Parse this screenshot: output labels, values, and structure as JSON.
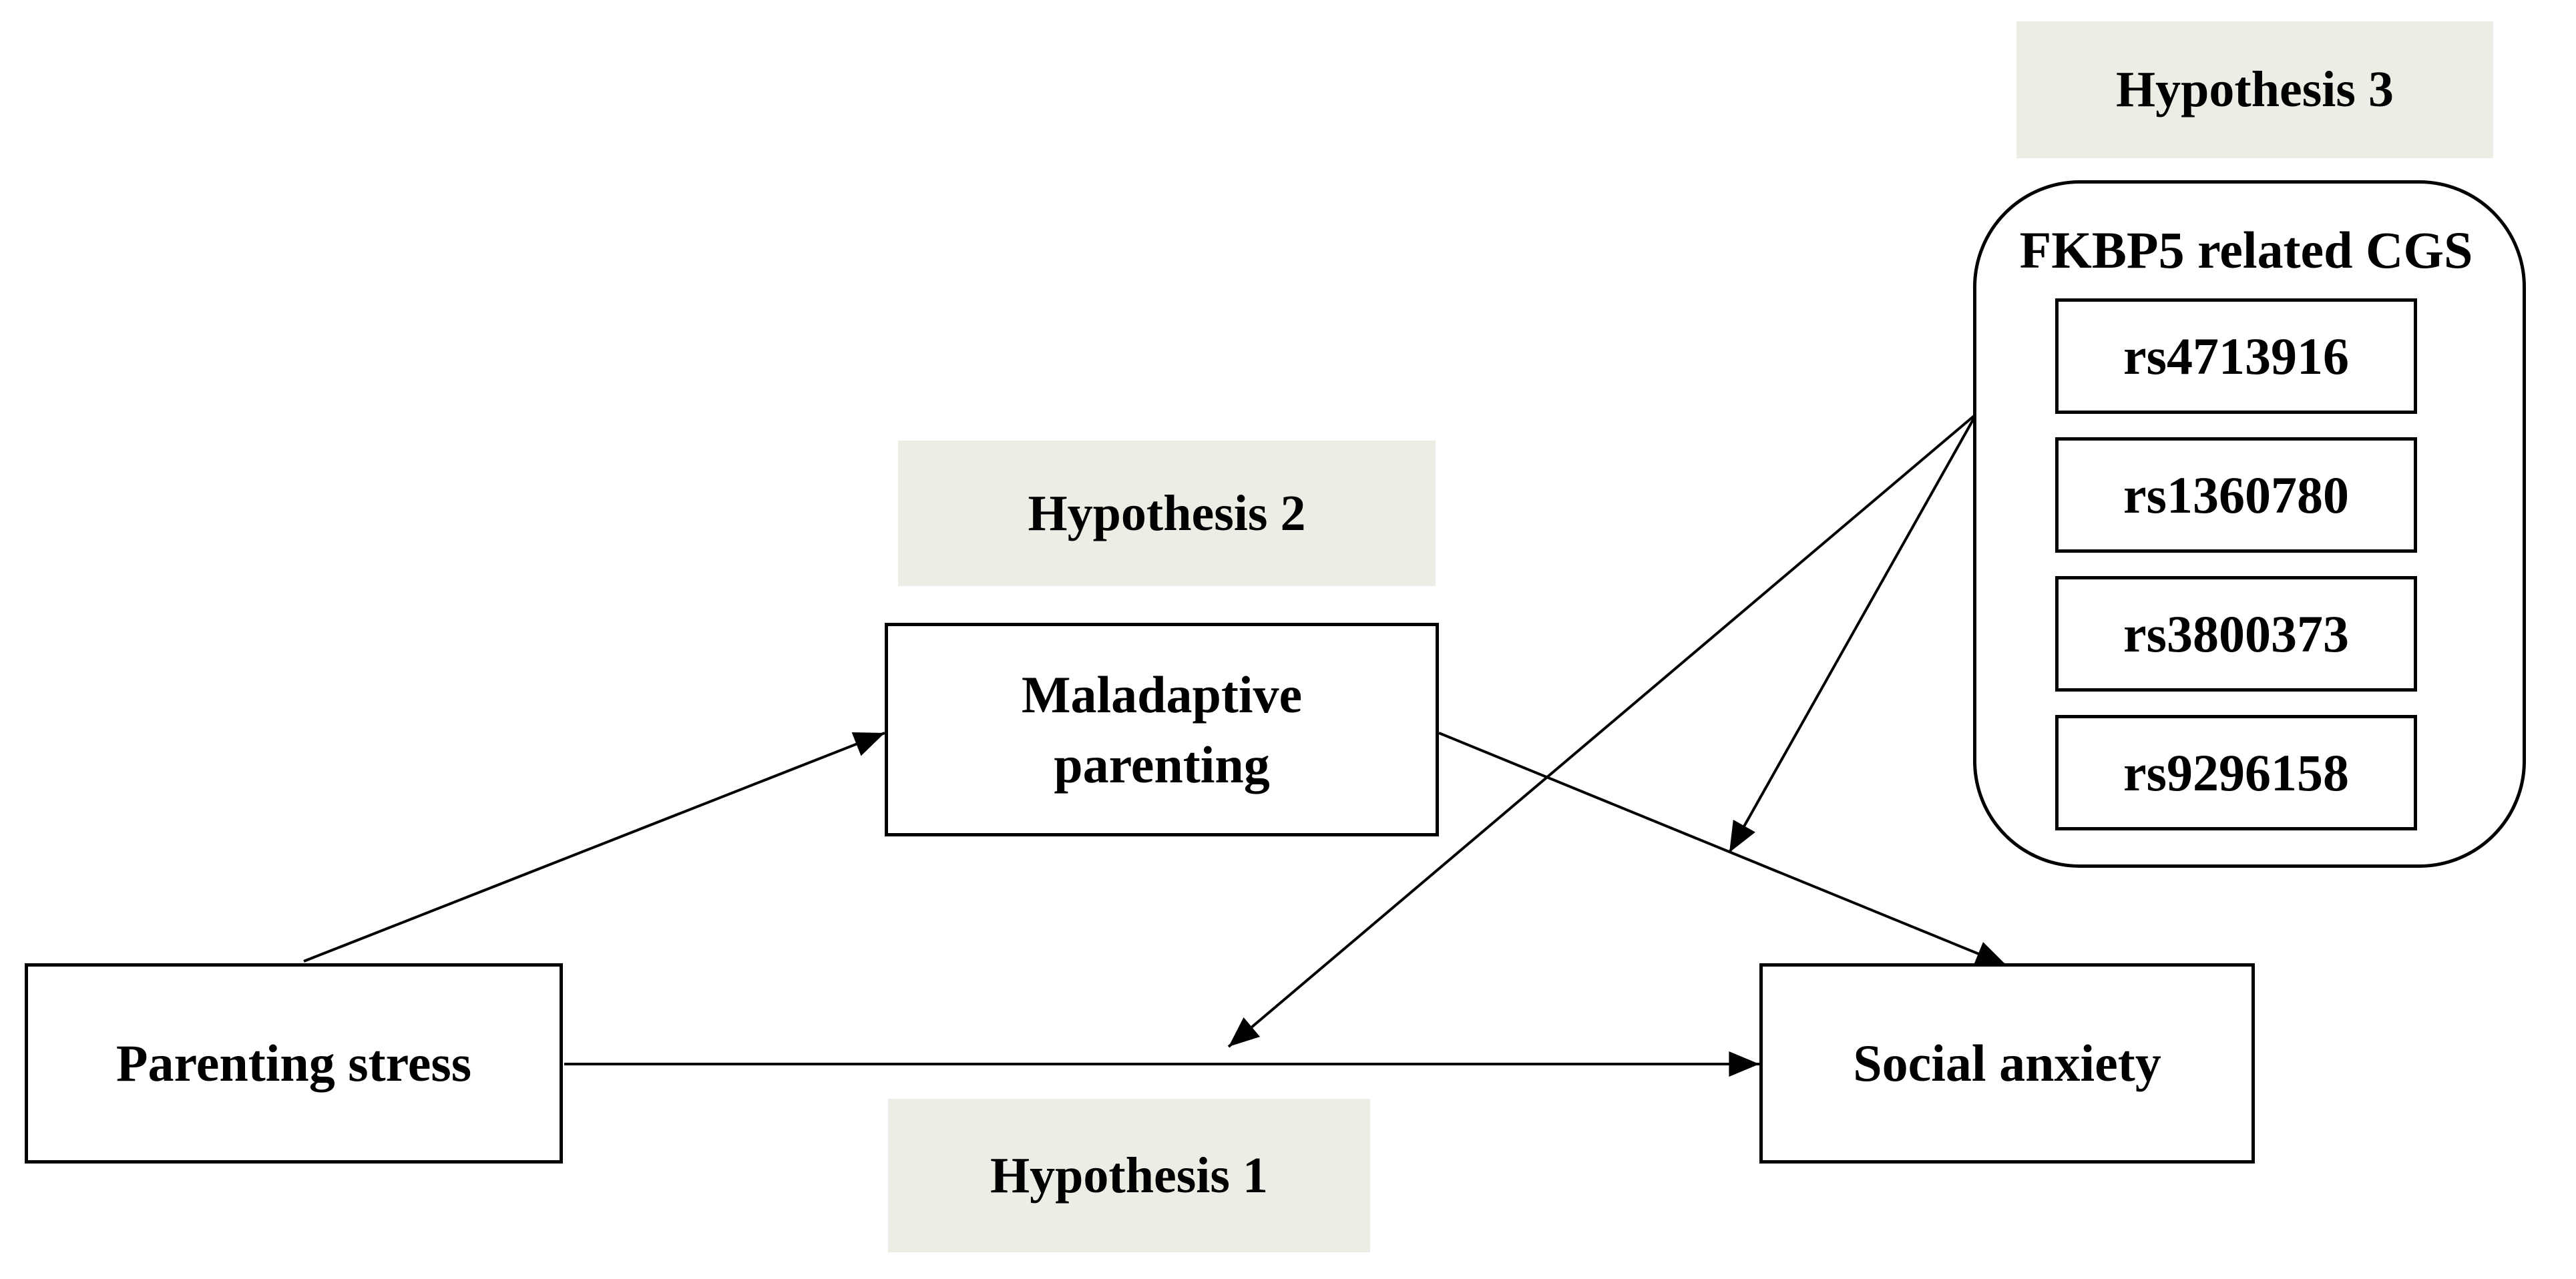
{
  "hypotheses": {
    "h1": "Hypothesis 1",
    "h2": "Hypothesis 2",
    "h3": "Hypothesis 3"
  },
  "nodes": {
    "parenting_stress": "Parenting stress",
    "maladaptive_parenting": [
      "Maladaptive",
      "parenting"
    ],
    "social_anxiety": "Social anxiety"
  },
  "gene_group": {
    "title": "FKBP5 related CGS",
    "snps": [
      "rs4713916",
      "rs1360780",
      "rs3800373",
      "rs9296158"
    ]
  },
  "colors": {
    "hypothesis_fill": "#eeede5",
    "line": "#000000"
  }
}
